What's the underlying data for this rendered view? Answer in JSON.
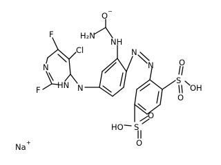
{
  "structure": {
    "atom_labels": {
      "o_minus": "O",
      "o_minus_charge": "−",
      "h2n": "H₂N",
      "nh_urea": "NH",
      "cl": "Cl",
      "f_top": "F",
      "f_bottom": "F",
      "n_pyr": "N",
      "hn_pyr": "HN",
      "n_link": "N",
      "n_azo_1": "N",
      "n_azo_2": "N",
      "oh_sulfo_1": "OH",
      "s_sulfo_1": "S",
      "o_sulfo_1a": "O",
      "o_sulfo_1b": "O",
      "oh_sulfo_2": "HO",
      "s_sulfo_2": "S",
      "o_sulfo_2a": "O",
      "o_sulfo_2b": "O"
    },
    "counter_ion": {
      "symbol": "Na",
      "charge": "+"
    }
  }
}
